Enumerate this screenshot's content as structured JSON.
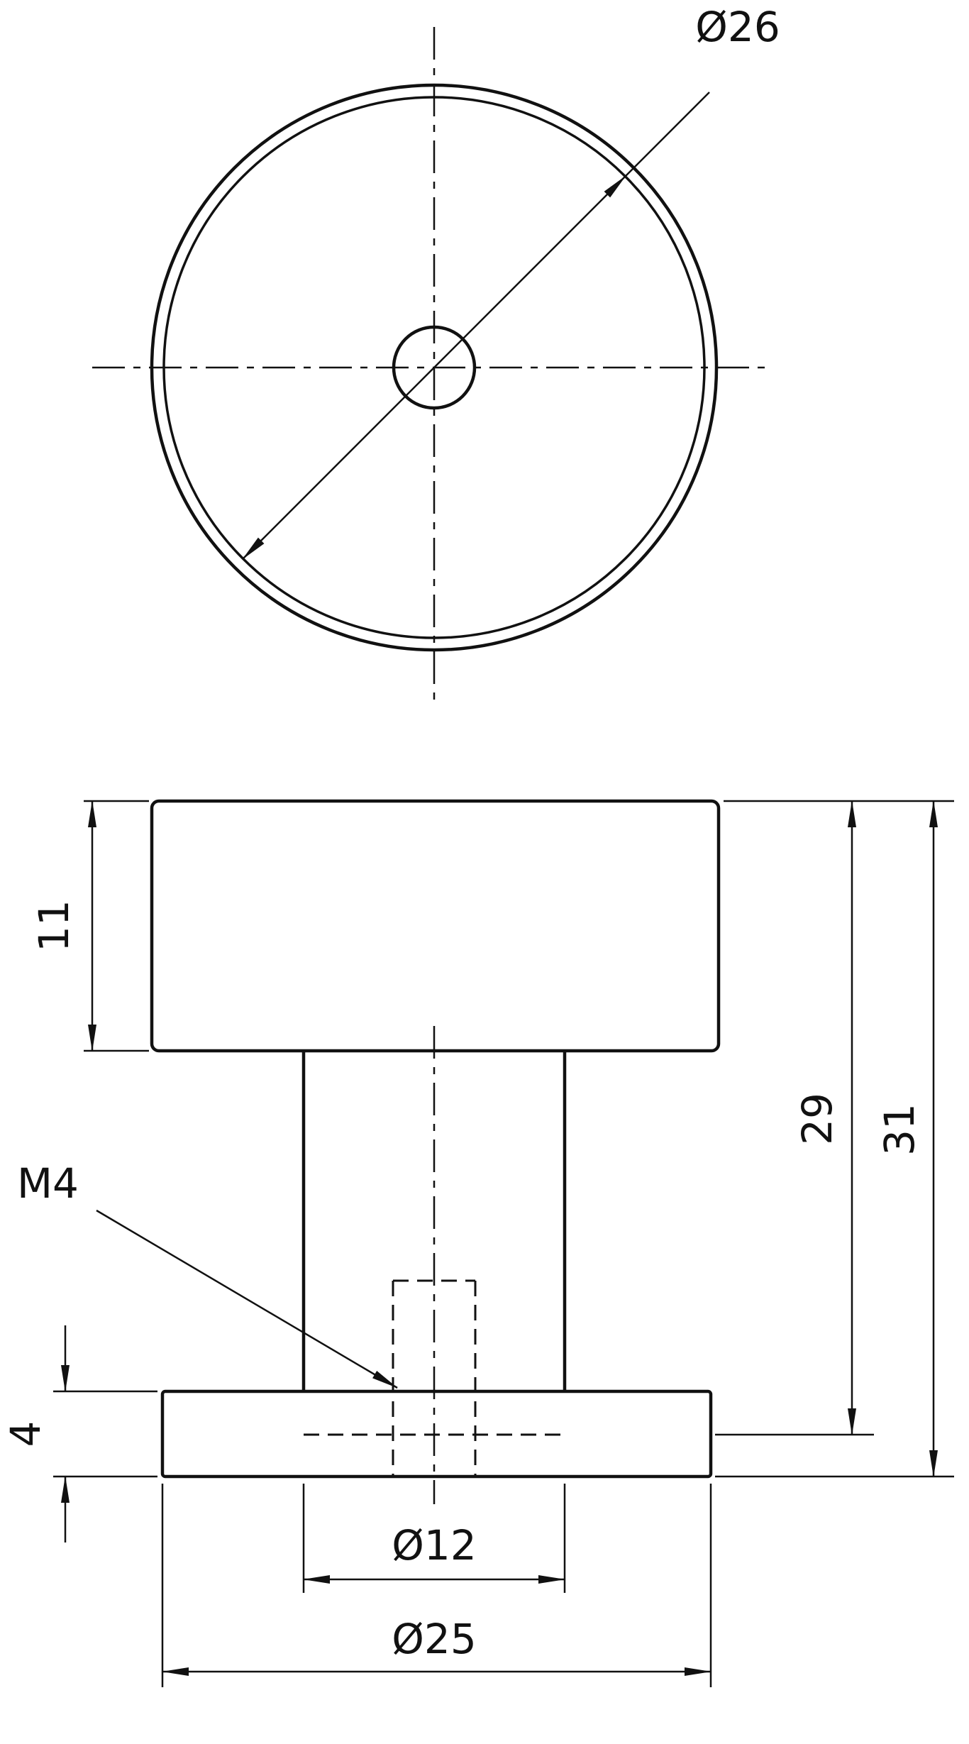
{
  "page": {
    "background": "#ffffff"
  },
  "drawing": {
    "ink_color": "#111111",
    "type": "technical-drawing",
    "views": {
      "top": "top-view",
      "front": "front-view"
    },
    "labels": {
      "top_diameter": "Ø26",
      "head_height": "11",
      "thread_callout": "M4",
      "base_thickness": "4",
      "height_to_counterbore": "29",
      "overall_height": "31",
      "stem_diameter": "Ø12",
      "base_diameter": "Ø25"
    }
  }
}
